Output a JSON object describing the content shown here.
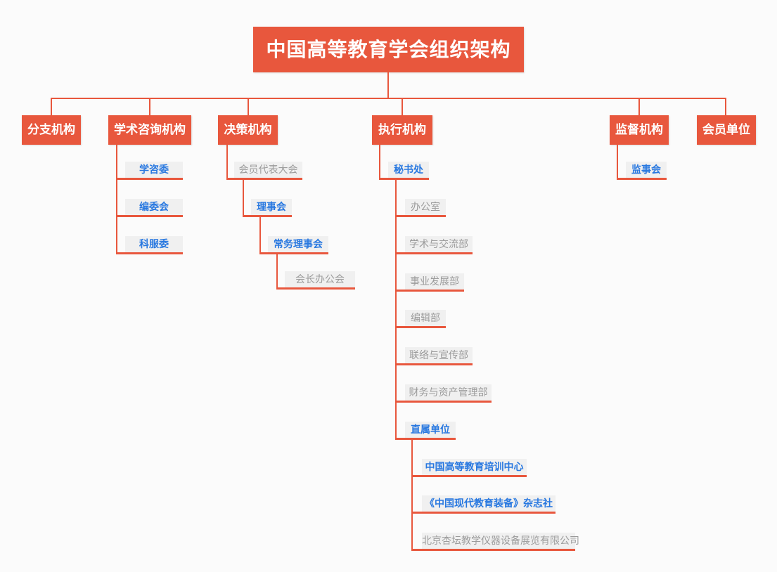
{
  "colors": {
    "accent_red": "#e8573d",
    "link_blue": "#2878e0",
    "muted_gray": "#9b9b9b",
    "node_background": "#f0f0f0"
  },
  "tree": {
    "title": "中国高等教育学会组织架构",
    "branches": [
      {
        "label": "分支机构",
        "children": []
      },
      {
        "label": "学术咨询机构",
        "children": [
          {
            "label": "学咨委",
            "link": true
          },
          {
            "label": "编委会",
            "link": true
          },
          {
            "label": "科服委",
            "link": true
          }
        ]
      },
      {
        "label": "决策机构",
        "children": [
          {
            "label": "会员代表大会",
            "link": false,
            "children": [
              {
                "label": "理事会",
                "link": true,
                "children": [
                  {
                    "label": "常务理事会",
                    "link": true,
                    "children": [
                      {
                        "label": "会长办公会",
                        "link": false
                      }
                    ]
                  }
                ]
              }
            ]
          }
        ]
      },
      {
        "label": "执行机构",
        "children": [
          {
            "label": "秘书处",
            "link": true,
            "children": [
              {
                "label": "办公室",
                "link": false
              },
              {
                "label": "学术与交流部",
                "link": false
              },
              {
                "label": "事业发展部",
                "link": false
              },
              {
                "label": "编辑部",
                "link": false
              },
              {
                "label": "联络与宣传部",
                "link": false
              },
              {
                "label": "财务与资产管理部",
                "link": false
              },
              {
                "label": "直属单位",
                "link": true,
                "children": [
                  {
                    "label": "中国高等教育培训中心",
                    "link": true
                  },
                  {
                    "label": "《中国现代教育装备》杂志社",
                    "link": true
                  },
                  {
                    "label": "北京杏坛教学仪器设备展览有限公司",
                    "link": false
                  }
                ]
              }
            ]
          }
        ]
      },
      {
        "label": "监督机构",
        "children": [
          {
            "label": "监事会",
            "link": true
          }
        ]
      },
      {
        "label": "会员单位",
        "children": []
      }
    ]
  }
}
